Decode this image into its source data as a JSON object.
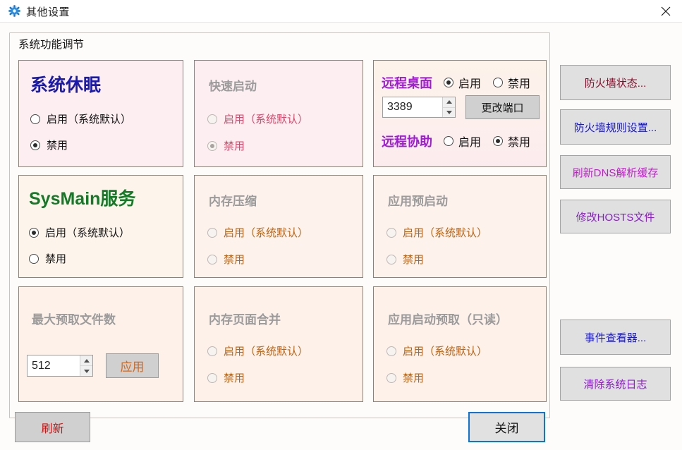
{
  "window": {
    "title": "其他设置",
    "icon": "gear-icon",
    "close_label": "×"
  },
  "groupbox": {
    "title": "系统功能调节"
  },
  "panels": [
    {
      "id": "hibernate",
      "title": "系统休眠",
      "title_color": "#1a1aae",
      "enabled": true,
      "options": [
        {
          "label": "启用（系统默认）",
          "selected": false
        },
        {
          "label": "禁用",
          "selected": true
        }
      ]
    },
    {
      "id": "fast-startup",
      "title": "快速启动",
      "title_color": "#9b9b9b",
      "enabled": false,
      "options": [
        {
          "label": "启用（系统默认）",
          "selected": false
        },
        {
          "label": "禁用",
          "selected": true
        }
      ]
    },
    {
      "id": "remote-desktop",
      "title": "远程桌面",
      "title_color": "#a01ad8",
      "enabled": true,
      "options": [
        {
          "label": "启用",
          "selected": true
        },
        {
          "label": "禁用",
          "selected": false
        }
      ],
      "port": {
        "value": "3389",
        "button_label": "更改端口"
      },
      "second": {
        "title": "远程协助",
        "title_color": "#a01ad8",
        "options": [
          {
            "label": "启用",
            "selected": false
          },
          {
            "label": "禁用",
            "selected": true
          }
        ]
      }
    },
    {
      "id": "sysmain",
      "title": "SysMain服务",
      "title_color": "#157a27",
      "enabled": true,
      "options": [
        {
          "label": "启用（系统默认）",
          "selected": true
        },
        {
          "label": "禁用",
          "selected": false
        }
      ]
    },
    {
      "id": "memory-compression",
      "title": "内存压缩",
      "title_color": "#9b9b9b",
      "enabled": false,
      "options": [
        {
          "label": "启用（系统默认）",
          "selected": false
        },
        {
          "label": "禁用",
          "selected": false
        }
      ]
    },
    {
      "id": "app-prelaunch",
      "title": "应用预启动",
      "title_color": "#9b9b9b",
      "enabled": false,
      "options": [
        {
          "label": "启用（系统默认）",
          "selected": false
        },
        {
          "label": "禁用",
          "selected": false
        }
      ]
    },
    {
      "id": "max-prefetch-files",
      "title": "最大预取文件数",
      "title_color": "#9b9b9b",
      "enabled": false,
      "spinner": {
        "value": "512",
        "button_label": "应用"
      }
    },
    {
      "id": "memory-page-combining",
      "title": "内存页面合并",
      "title_color": "#9b9b9b",
      "enabled": false,
      "options": [
        {
          "label": "启用（系统默认）",
          "selected": false
        },
        {
          "label": "禁用",
          "selected": false
        }
      ]
    },
    {
      "id": "app-launch-prefetch",
      "title": "应用启动预取（只读）",
      "title_color": "#9b9b9b",
      "enabled": false,
      "options": [
        {
          "label": "启用（系统默认）",
          "selected": false
        },
        {
          "label": "禁用",
          "selected": false
        }
      ]
    }
  ],
  "side_buttons": [
    {
      "id": "firewall-status",
      "label": "防火墙状态...",
      "color": "#8b0b2a"
    },
    {
      "id": "firewall-rules",
      "label": "防火墙规则设置...",
      "color": "#1a1acd"
    },
    {
      "id": "flush-dns",
      "label": "刷新DNS解析缓存",
      "color": "#c41ad0"
    },
    {
      "id": "edit-hosts",
      "label": "修改HOSTS文件",
      "color": "#8c1ad0"
    },
    {
      "id": "event-viewer",
      "label": "事件查看器...",
      "color": "#1a1acd"
    },
    {
      "id": "clear-system-logs",
      "label": "清除系统日志",
      "color": "#8c1ad0"
    }
  ],
  "footer": {
    "refresh_label": "刷新",
    "close_label": "关闭"
  }
}
